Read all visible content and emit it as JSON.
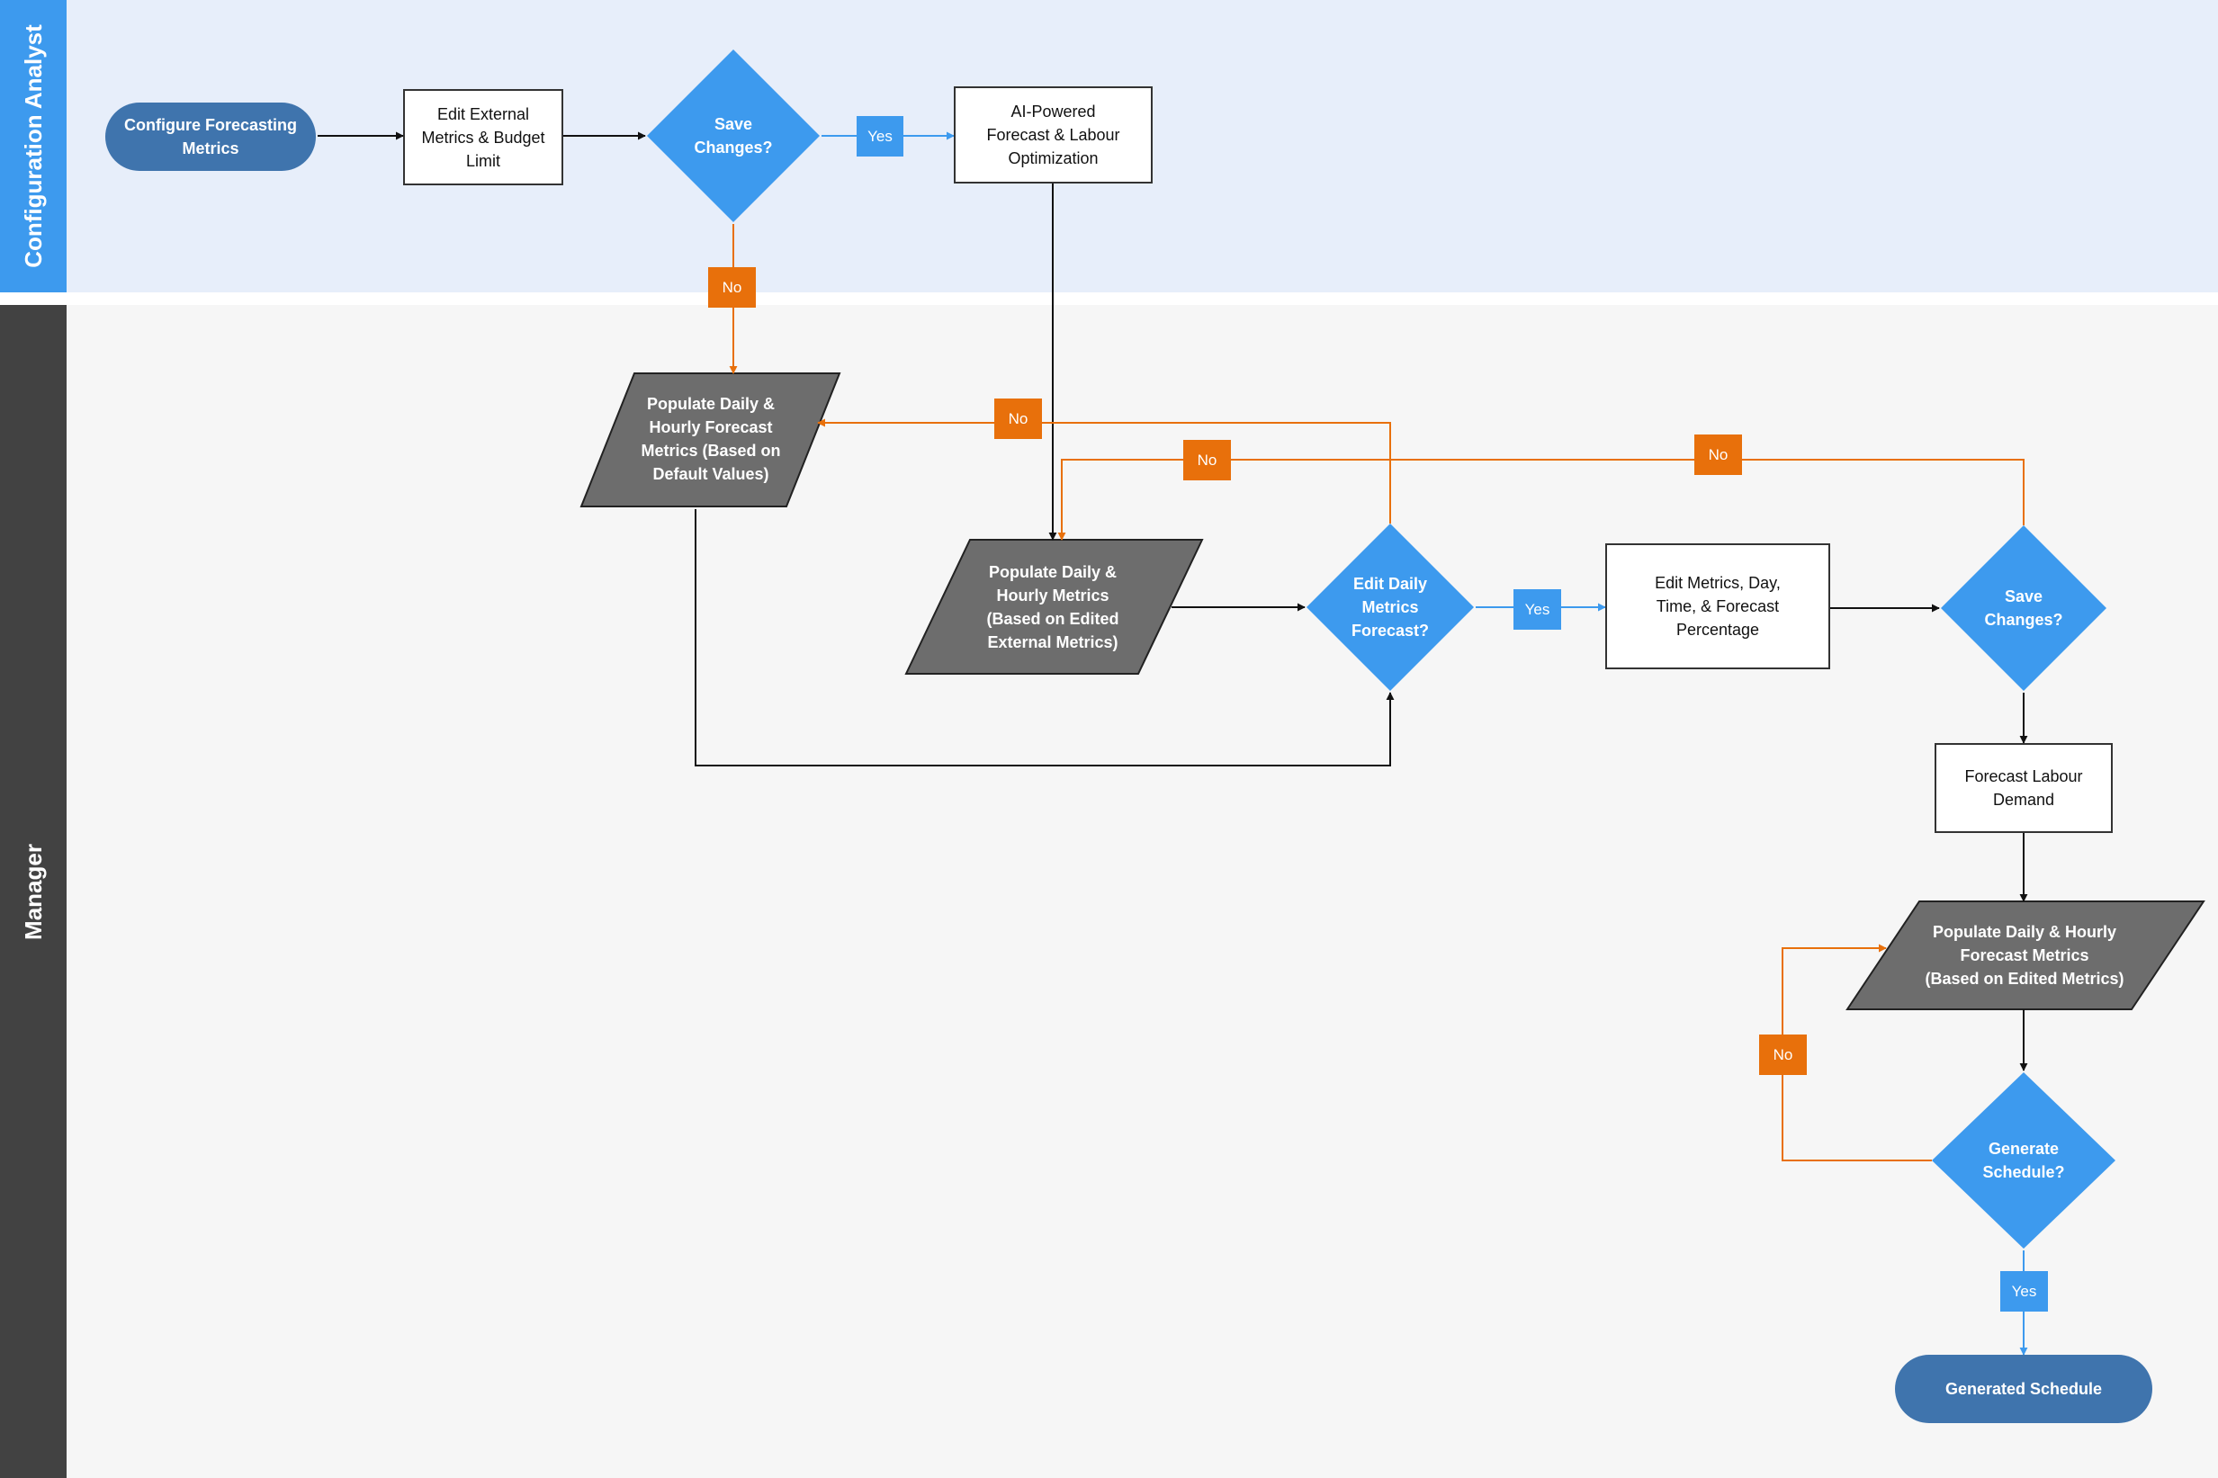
{
  "colors": {
    "lane_top_bg": "#e7eefa",
    "lane_bottom_bg": "#f6f6f6",
    "lane_top_label_bg": "#3d9aee",
    "lane_bottom_label_bg": "#424242",
    "decision": "#3d9aee",
    "terminator": "#3f74ad",
    "data_shape": "#6d6d6d",
    "yes_label": "#3d9aee",
    "no_label": "#e8700b",
    "edge_default": "#111111",
    "edge_yes": "#3d9aee",
    "edge_no": "#e8700b"
  },
  "lanes": {
    "top": "Configuration Analyst",
    "bottom": "Manager"
  },
  "nodes": {
    "configure": "Configure Forecasting\nMetrics",
    "edit_external": "Edit External\nMetrics & Budget\nLimit",
    "save_changes_1": "Save\nChanges?",
    "ai_optimization": "AI-Powered\nForecast & Labour\nOptimization",
    "populate_default": "Populate Daily &\nHourly Forecast\nMetrics (Based on\nDefault Values)",
    "populate_external": "Populate Daily &\nHourly Metrics\n(Based on Edited\nExternal Metrics)",
    "edit_daily_decision": "Edit Daily\nMetrics\nForecast?",
    "edit_metrics_day": "Edit Metrics, Day,\nTime, & Forecast\nPercentage",
    "save_changes_2": "Save\nChanges?",
    "forecast_labour": "Forecast Labour\nDemand",
    "populate_edited": "Populate Daily & Hourly\nForecast Metrics\n(Based on Edited Metrics)",
    "generate_schedule_decision": "Generate\nSchedule?",
    "generated_schedule": "Generated Schedule"
  },
  "edge_labels": {
    "yes_1": "Yes",
    "no_1": "No",
    "no_2": "No",
    "no_3": "No",
    "no_4": "No",
    "yes_2": "Yes",
    "no_5": "No",
    "yes_3": "Yes"
  }
}
